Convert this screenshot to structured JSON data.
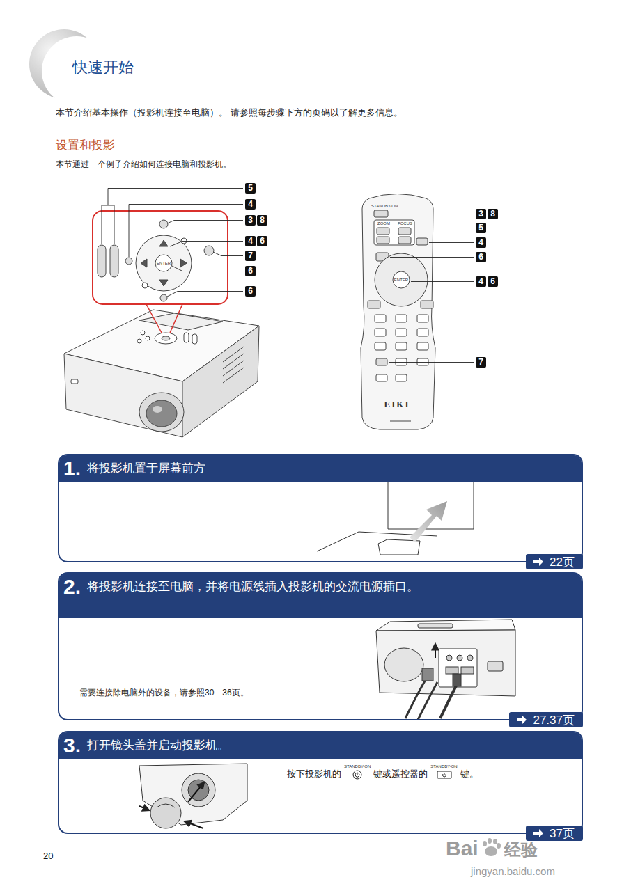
{
  "diagram": {
    "title": "快速开始",
    "nodes": [
      {
        "text": [
          "1.",
          "将投影机置于屏幕前方"
        ]
      },
      {
        "text": [
          "22页"
        ],
        "in": 0
      },
      {
        "text": [
          "2.",
          "将投影机连接至电脑，并将电源线插入投影机的交流电源插口。",
          "需要连接除电脑外的设备，请参照30－36页。"
        ]
      },
      {
        "text": [
          "27.37页"
        ],
        "in": 2
      },
      {
        "text": [
          "3.",
          "打开镜头盖并启动投影机。",
          "按下投影机的",
          "键或遥控器的",
          "键。"
        ]
      },
      {
        "text": [
          "37页"
        ],
        "in": 4
      }
    ],
    "labels": [
      "本节介绍基本操作（投影机连接至电脑）。 请参照每步骤下方的页码以了解更多信息。",
      "设置和投影",
      "本节通过一个例子介绍如何连接电脑和投影机。",
      "5",
      "4",
      "3",
      "8",
      "4",
      "6",
      "7",
      "6",
      "6",
      "3",
      "8",
      "5",
      "4",
      "6",
      "4",
      "6",
      "7",
      "STANDBY-ON",
      "ZOOM",
      "FOCUS",
      "ENTER",
      "EIKI",
      "ENTER",
      "STANDBY-ON",
      "STANDBY-ON",
      "20",
      "Bai",
      "经验",
      "jingyan.baidu.com"
    ]
  }
}
